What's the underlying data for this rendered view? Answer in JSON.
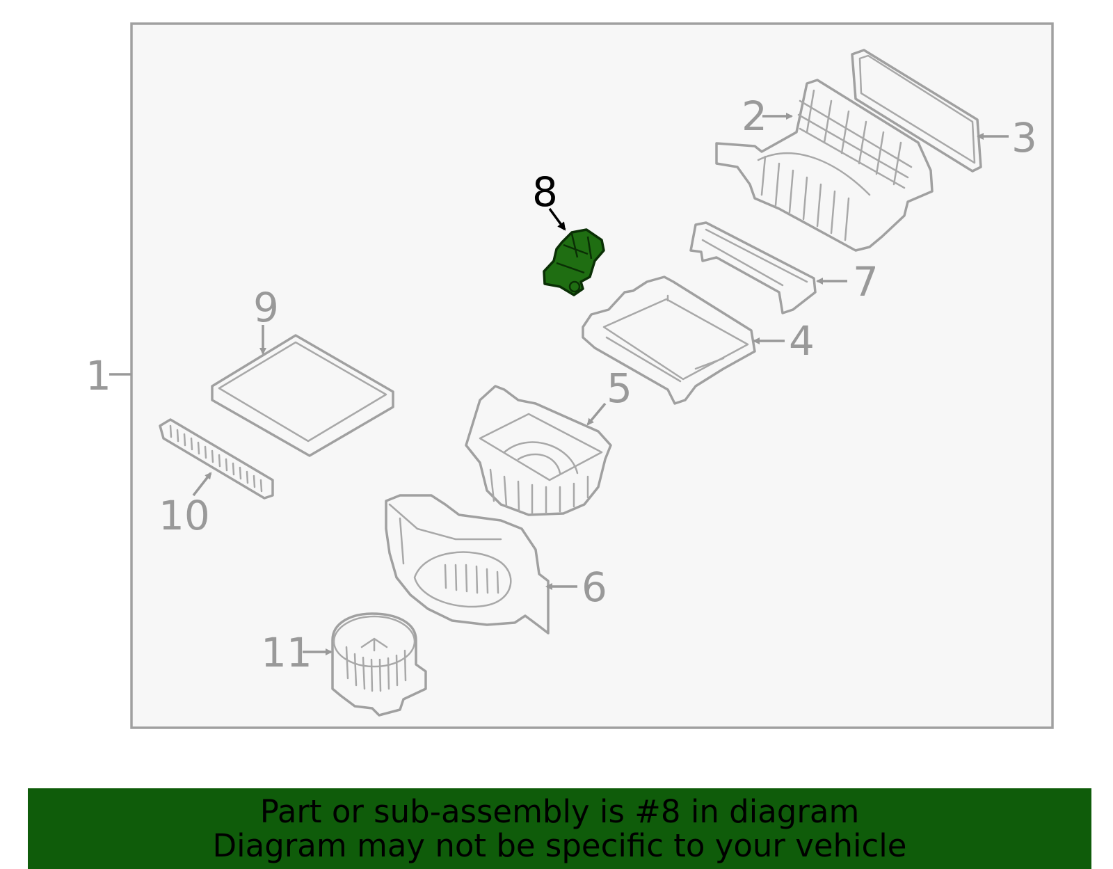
{
  "diagram": {
    "callouts": [
      {
        "id": "1",
        "label": "1"
      },
      {
        "id": "2",
        "label": "2"
      },
      {
        "id": "3",
        "label": "3"
      },
      {
        "id": "4",
        "label": "4"
      },
      {
        "id": "5",
        "label": "5"
      },
      {
        "id": "6",
        "label": "6"
      },
      {
        "id": "7",
        "label": "7"
      },
      {
        "id": "8",
        "label": "8",
        "highlighted": true
      },
      {
        "id": "9",
        "label": "9"
      },
      {
        "id": "10",
        "label": "10"
      },
      {
        "id": "11",
        "label": "11"
      }
    ],
    "highlight_color": "#1f6e12",
    "line_color": "#a0a0a0",
    "frame_background": "#f7f7f7"
  },
  "banner": {
    "line1": "Part or sub-assembly is #8 in diagram",
    "line2": "Diagram may not be specific to your vehicle",
    "background": "#0f5c0a"
  }
}
